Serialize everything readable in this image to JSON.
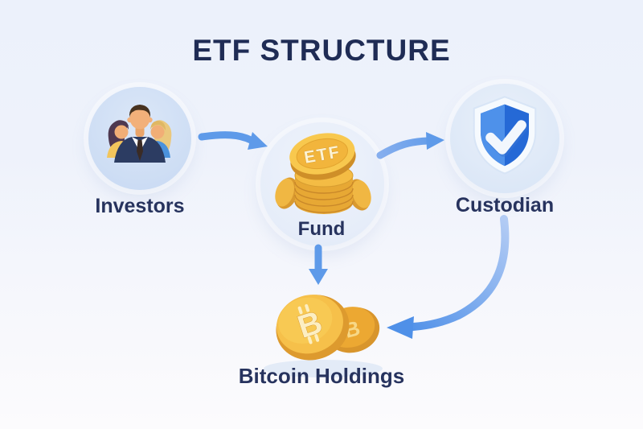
{
  "title": "ETF STRUCTURE",
  "nodes": {
    "investors": {
      "label": "Investors"
    },
    "fund": {
      "label": "Fund",
      "coin_text": "ETF"
    },
    "custodian": {
      "label": "Custodian"
    },
    "bitcoin_holdings": {
      "label": "Bitcoin Holdings",
      "coin_symbol": "₿",
      "coin_letter": "B"
    }
  },
  "edges": [
    {
      "from": "Investors",
      "to": "Fund"
    },
    {
      "from": "Fund",
      "to": "Custodian"
    },
    {
      "from": "Fund",
      "to": "Bitcoin Holdings"
    },
    {
      "from": "Custodian",
      "to": "Bitcoin Holdings"
    }
  ],
  "colors": {
    "title_text": "#1f2c55",
    "label_text": "#27335e",
    "arrow_blue": "#5e9ae9",
    "coin_gold": "#f5bc42",
    "shield_blue": "#2b6fd8",
    "background_top": "#ecf1fb",
    "background_bottom": "#fcfbfd"
  }
}
